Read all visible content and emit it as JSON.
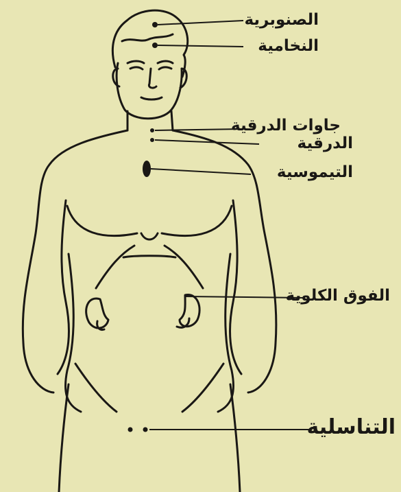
{
  "diagram": {
    "labels": {
      "pineal": "الصنوبرية",
      "pituitary": "النخامية",
      "parathyroid": "جاوات الدرقية",
      "thyroid": "الدرقية",
      "thymus": "التيموسية",
      "adrenal": "الفوق الكلوية",
      "gonads": "التناسلية"
    }
  },
  "colors": {
    "paper": "#e8e6b4",
    "ink": "#1a1815"
  }
}
